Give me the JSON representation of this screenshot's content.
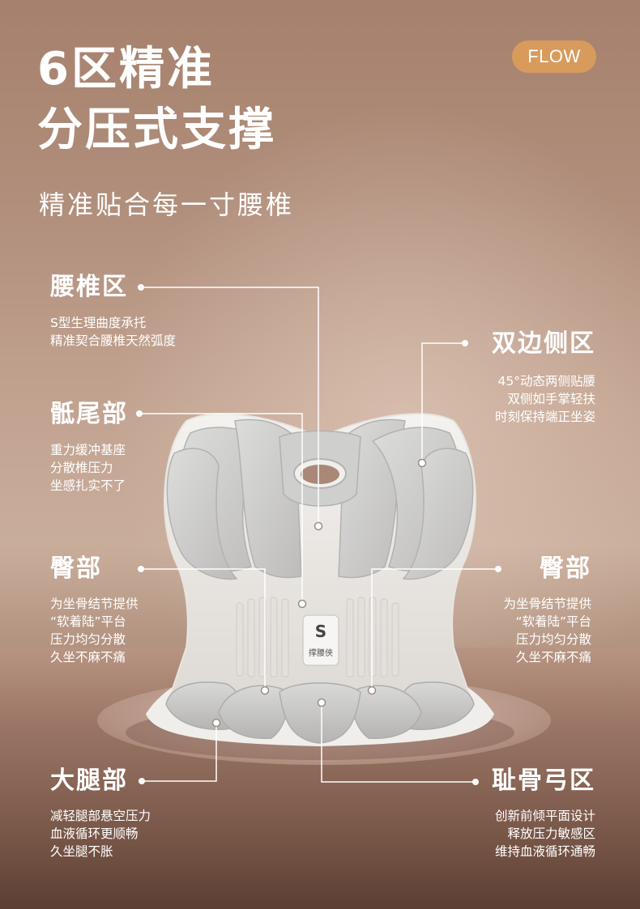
{
  "badge": "FLOW",
  "headline": {
    "line1": "6区精准",
    "line2": "分压式支撑"
  },
  "subtitle": "精准贴合每一寸腰椎",
  "product_label": "撑腰侠",
  "product_logo": "S",
  "zones": {
    "lumbar": {
      "title": "腰椎区",
      "lines": [
        "S型生理曲度承托",
        "精准契合腰椎天然弧度"
      ]
    },
    "coccyx": {
      "title": "骶尾部",
      "lines": [
        "重力缓冲基座",
        "分散椎压力",
        "坐感扎实不了"
      ]
    },
    "hip_left": {
      "title": "臀部",
      "lines": [
        "为坐骨结节提供",
        "“软着陆”平台",
        "压力均匀分散",
        "久坐不麻不痛"
      ]
    },
    "thigh": {
      "title": "大腿部",
      "lines": [
        "减轻腿部悬空压力",
        "血液循环更顺畅",
        "久坐腿不胀"
      ]
    },
    "sides": {
      "title": "双边侧区",
      "lines": [
        "45°动态两侧贴腰",
        "双侧如手掌轻扶",
        "时刻保持端正坐姿"
      ]
    },
    "hip_right": {
      "title": "臀部",
      "lines": [
        "为坐骨结节提供",
        "“软着陆”平台",
        "压力均匀分散",
        "久坐不麻不痛"
      ]
    },
    "pubic": {
      "title": "耻骨弓区",
      "lines": [
        "创新前倾平面设计",
        "释放压力敏感区",
        "维持血液循环通畅"
      ]
    }
  },
  "colors": {
    "badge": "#d89b5c",
    "text": "#ffffff",
    "cushion": "#d2d2d0",
    "frame": "#f1efec"
  }
}
